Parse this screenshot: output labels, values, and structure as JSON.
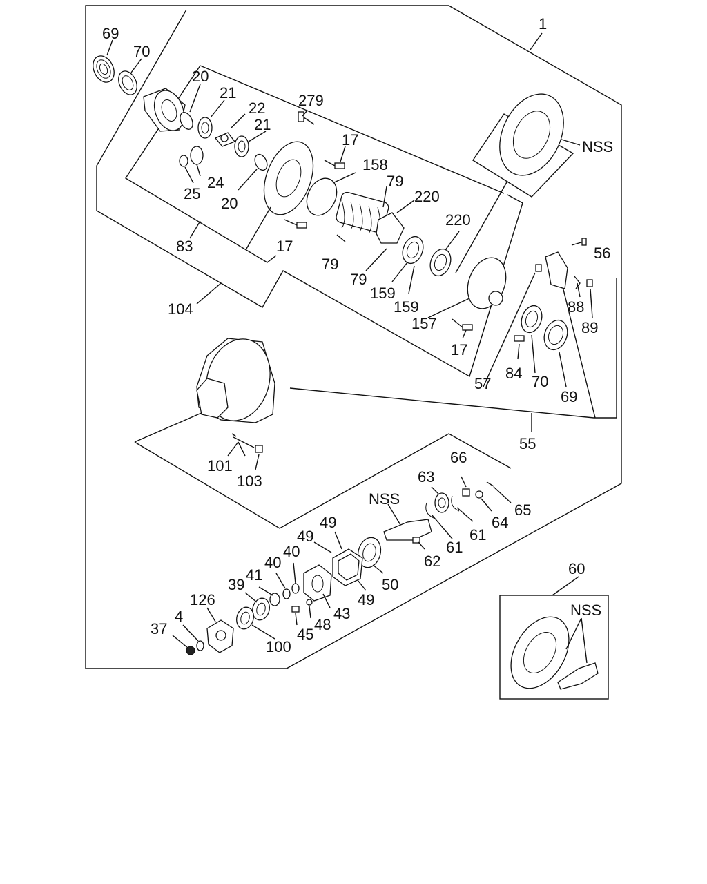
{
  "labels": {
    "l1": "1",
    "l69a": "69",
    "l70a": "70",
    "l20a": "20",
    "l21a": "21",
    "l22": "22",
    "l21b": "21",
    "l279": "279",
    "l17a": "17",
    "l158": "158",
    "l79a": "79",
    "l220a": "220",
    "l220b": "220",
    "lnss1": "NSS",
    "l56": "56",
    "l25": "25",
    "l24": "24",
    "l20b": "20",
    "l83": "83",
    "l17b": "17",
    "l79b": "79",
    "l79c": "79",
    "l159a": "159",
    "l159b": "159",
    "l157": "157",
    "l104": "104",
    "l88": "88",
    "l89": "89",
    "l17c": "17",
    "l84": "84",
    "l70b": "70",
    "l69b": "69",
    "l57": "57",
    "l55": "55",
    "l101": "101",
    "l103": "103",
    "l66": "66",
    "l63": "63",
    "lnss2": "NSS",
    "l65": "65",
    "l64": "64",
    "l61a": "61",
    "l61b": "61",
    "l62": "62",
    "l49a": "49",
    "l49b": "49",
    "l49c": "49",
    "l40a": "40",
    "l40b": "40",
    "l41": "41",
    "l39": "39",
    "l50": "50",
    "l126": "126",
    "l4": "4",
    "l37": "37",
    "l43": "43",
    "l48": "48",
    "l45": "45",
    "l100": "100",
    "l60": "60",
    "lnss3": "NSS"
  }
}
